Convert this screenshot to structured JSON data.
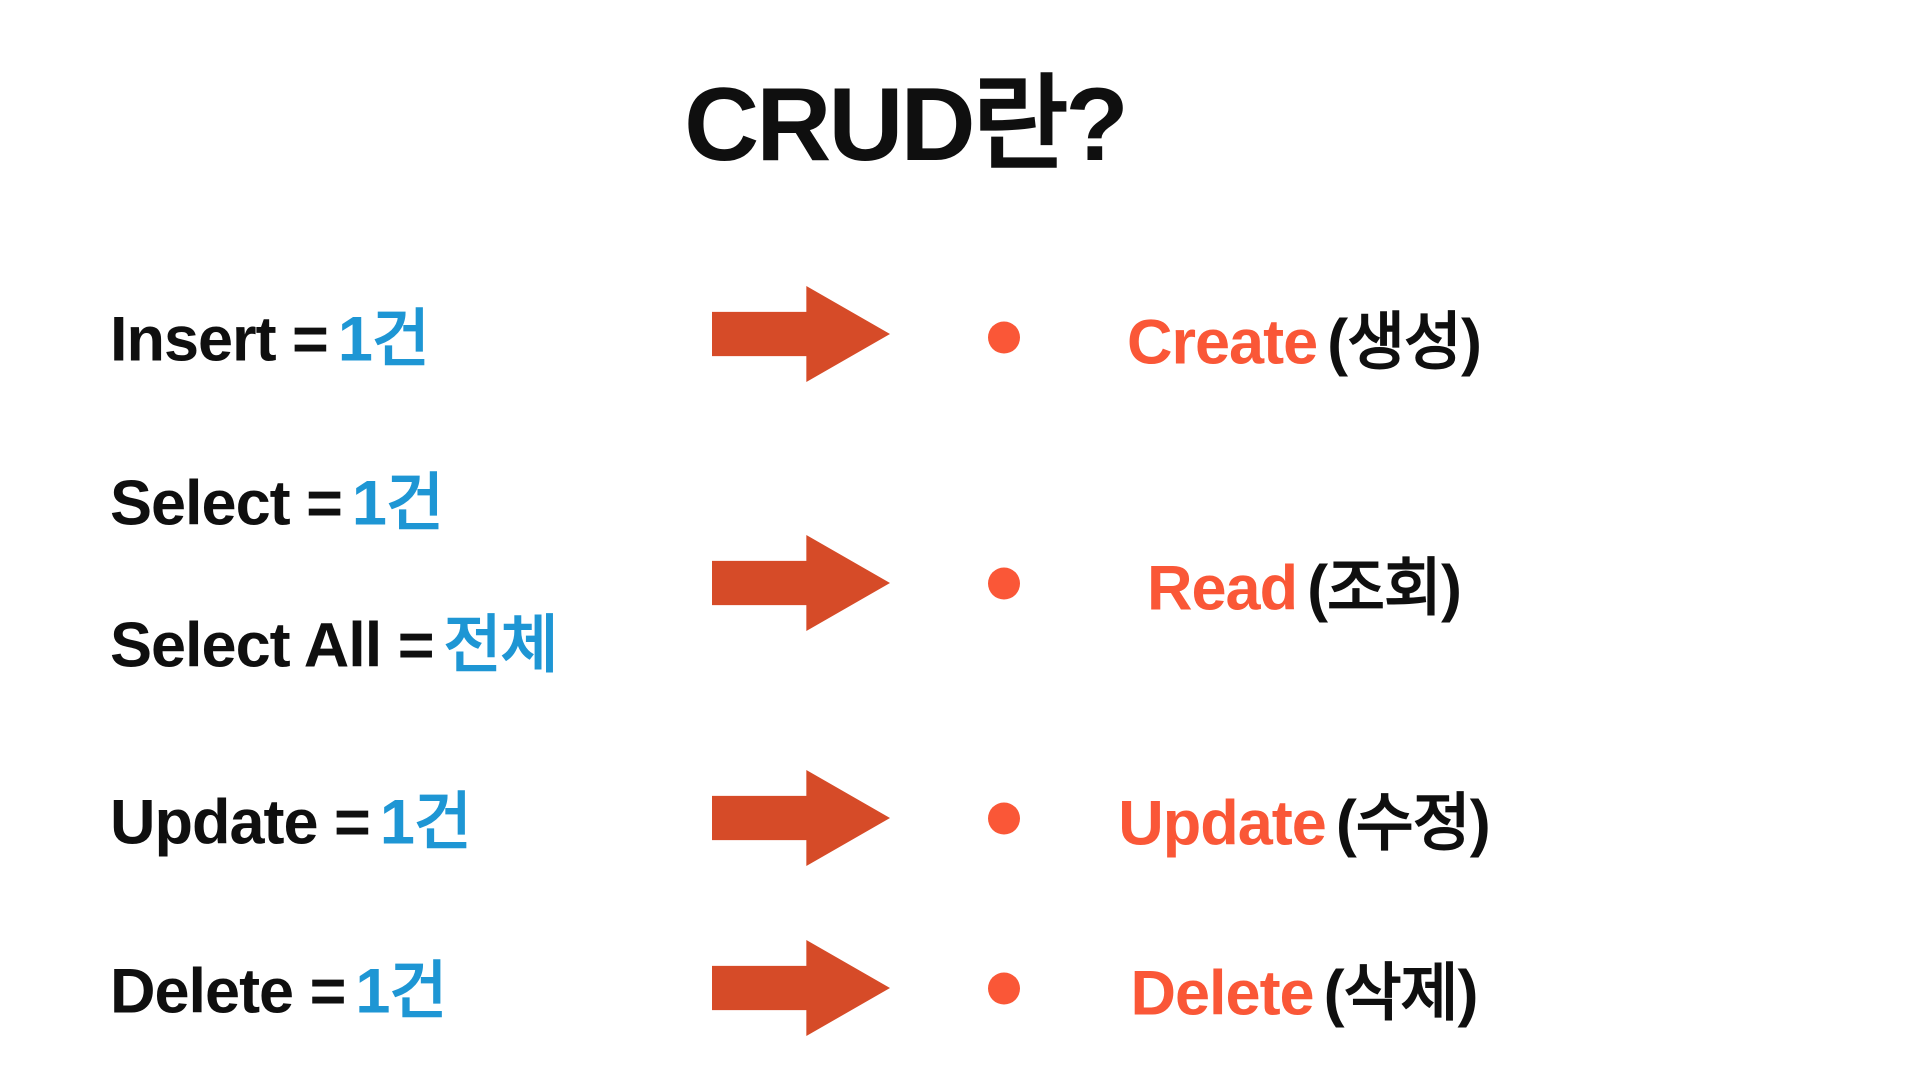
{
  "title": "CRUD란?",
  "colors": {
    "text_black": "#0f0f0f",
    "value_blue": "#1e96d4",
    "arrow_orange": "#d64b28",
    "accent_orange": "#fa5737",
    "background": "#ffffff"
  },
  "left_items": [
    {
      "label": "Insert =",
      "value": "1건"
    },
    {
      "label": "Select =",
      "value": "1건"
    },
    {
      "label": "Select All =",
      "value": "전체"
    },
    {
      "label": "Update =",
      "value": "1건"
    },
    {
      "label": "Delete =",
      "value": "1건"
    }
  ],
  "right_items": [
    {
      "term": "Create",
      "korean": "(생성)"
    },
    {
      "term": "Read",
      "korean": "(조회)"
    },
    {
      "term": "Update",
      "korean": "(수정)"
    },
    {
      "term": "Delete",
      "korean": "(삭제)"
    }
  ]
}
